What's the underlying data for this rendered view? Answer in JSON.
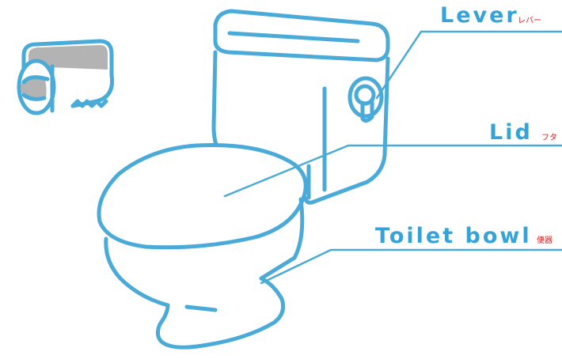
{
  "colors": {
    "line": "#4aaad8",
    "paper": "#b3b3b3",
    "label_en": "#35a3d8",
    "label_jp": "#e0191b",
    "background": "#ffffff"
  },
  "labels": {
    "lever": {
      "en": "Lever",
      "jp": "レバー"
    },
    "lid": {
      "en": "Lid",
      "jp": "フタ"
    },
    "bowl": {
      "en": "Toilet bowl",
      "jp": "便器"
    }
  },
  "icons": [
    "toilet-icon",
    "toilet-paper-holder-icon"
  ]
}
